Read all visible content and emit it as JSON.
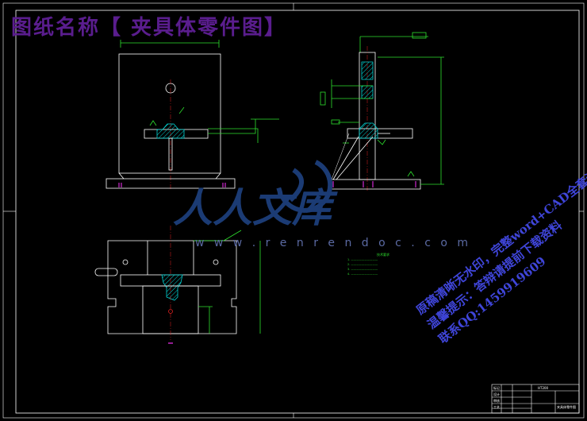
{
  "title": "图纸名称【 夹具体零件图】",
  "watermark": {
    "site_name": "人人文库",
    "site_url": "w w w . r e n r e n d o c . c o m"
  },
  "promo": {
    "lines": [
      "原稿清晰无水印，完整word+CAD全套资料",
      "温馨提示：答辩请提前下载资料",
      "联系QQ:1459919609"
    ]
  },
  "tech_notes": {
    "heading": "技术要求",
    "items": [
      "1. ——————————",
      "2. ——————————",
      "3. ——————————",
      "4. ——————————"
    ]
  },
  "title_block": {
    "drawing_name": "夹具体零件图",
    "material": "HT200",
    "rows": [
      "标记",
      "设计",
      "审核",
      "工艺"
    ]
  },
  "colors": {
    "background": "#000000",
    "outline": "#ffffff",
    "part": "#ffffff",
    "dimension": "#2ee02e",
    "hatch": "#00d4d4",
    "center": "#e02020",
    "magenta": "#d02ad0",
    "title": "#5a1d8e",
    "promo": "#3f45d9",
    "watermark": "#1b3b74"
  }
}
